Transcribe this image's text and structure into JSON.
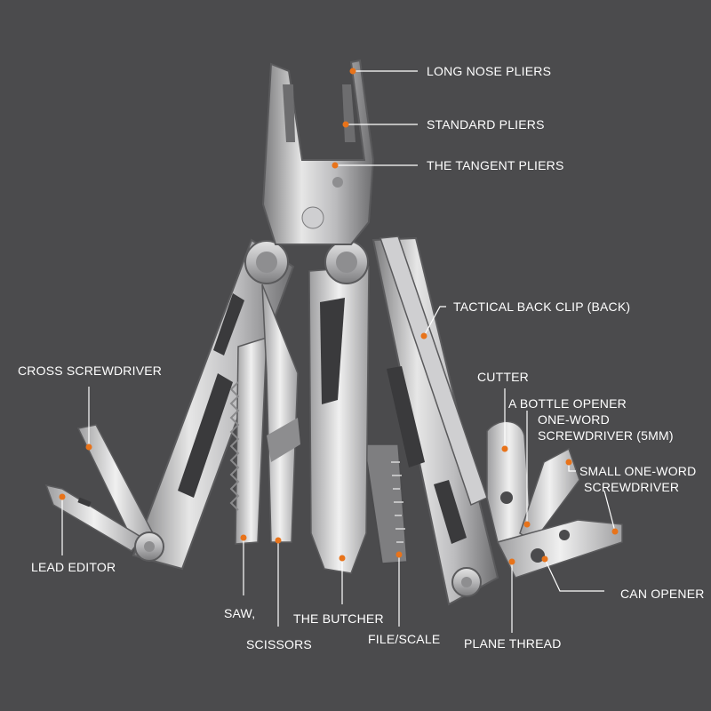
{
  "colors": {
    "background": "#4b4b4d",
    "dot": "#e8731a",
    "leader": "#ffffff",
    "label": "#ffffff",
    "steel_light": "#dcdcdc",
    "steel_mid": "#a9a9ab",
    "steel_dark": "#6e6e70"
  },
  "labels": {
    "long_nose_pliers": "LONG NOSE PLIERS",
    "standard_pliers": "STANDARD PLIERS",
    "tangent_pliers": "THE TANGENT PLIERS",
    "tactical_back_clip": "TACTICAL BACK CLIP (BACK)",
    "cross_screwdriver": "CROSS SCREWDRIVER",
    "cutter": "CUTTER",
    "bottle_opener": "A BOTTLE OPENER",
    "one_word_screwdriver_line1": "ONE-WORD",
    "one_word_screwdriver_line2": "SCREWDRIVER (5MM)",
    "small_screwdriver_line1": "SMALL ONE-WORD",
    "small_screwdriver_line2": "SCREWDRIVER",
    "lead_editor": "LEAD EDITOR",
    "can_opener": "CAN OPENER",
    "saw": "SAW,",
    "scissors": "SCISSORS",
    "butcher": "THE BUTCHER",
    "file_scale": "FILE/SCALE",
    "plane_thread": "PLANE THREAD"
  }
}
